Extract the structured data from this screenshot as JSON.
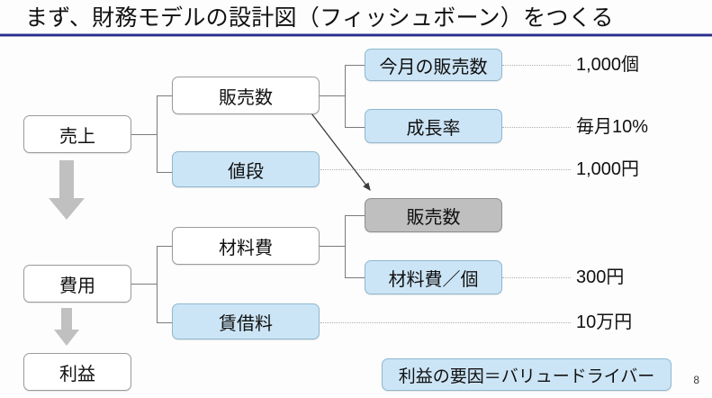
{
  "slide": {
    "title": "まず、財務モデルの設計図（フィッシュボーン）をつくる",
    "page_number": "8"
  },
  "colors": {
    "title_rule": "#2b2b8f",
    "blue_fill": "#cce5f6",
    "blue_border": "#8fb8cf",
    "gray_fill": "#bfbfbf",
    "gray_border": "#8e8e8e",
    "white_fill": "#ffffff",
    "node_border": "#9b9b9b",
    "connector": "#7b7b7b",
    "dotted": "#b0b0b0",
    "flow_arrow": "#c0c0c0"
  },
  "nodes": {
    "revenue": "売上",
    "units_sold": "販売数",
    "price": "値段",
    "units_this_month": "今月の販売数",
    "growth_rate": "成長率",
    "cost": "費用",
    "material_cost": "材料費",
    "rent": "賃借料",
    "units_sold_ref": "販売数",
    "material_cost_per_unit": "材料費／個"
  },
  "values": {
    "units_this_month": "1,000個",
    "growth_rate": "毎月10%",
    "price": "1,000円",
    "material_cost_per_unit": "300円",
    "rent": "10万円"
  },
  "legend": {
    "label": "利益の要因＝バリュードライバー"
  },
  "profit": {
    "label": "利益"
  }
}
